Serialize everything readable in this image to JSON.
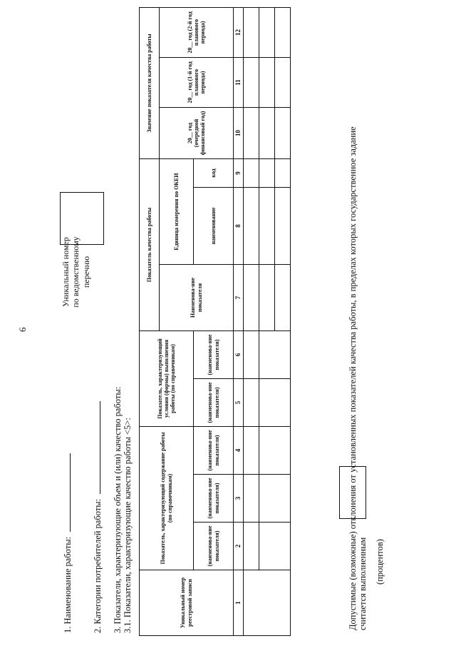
{
  "page_number": "6",
  "registry_box_label": "Уникальный номер по ведомственному перечню",
  "lines": {
    "work_name": "1. Наименование работы:",
    "consumers": "2. Категории потребителей работы:",
    "section3": "3. Показатели, характеризующие объем и (или) качество работы:",
    "section31": "3.1. Показатели, характеризующие качество работы <5>:"
  },
  "table": {
    "col_unique": "Уникальный номер реестровой записи",
    "group_content": "Показатель, характеризующий содержание работы (по справочникам)",
    "group_conditions": "Показатель, характеризующий условия (формы) выполнения работы (по справочникам)",
    "group_quality": "Показатель качества работы",
    "group_values": "Значение показателя качества работы",
    "indicator_name": "(наименова-ние показателя)",
    "quality_name": "Наименова-ние показателя",
    "okei": "Единица измерения по ОКЕИ",
    "okei_name": "наименование",
    "okei_code": "код",
    "year1": "20__ год (очередной финансовый год)",
    "year2": "20__ год (1-й год планового периода)",
    "year3": "20__ год (2-й год планового периода)",
    "numbers": [
      "1",
      "2",
      "3",
      "4",
      "5",
      "6",
      "7",
      "8",
      "9",
      "10",
      "11",
      "12"
    ]
  },
  "deviation_text_1": "Допустимые (возможные) отклонения от установленных показателей качества работы, в пределах которых государственное задание",
  "deviation_text_2": "считается выполненным",
  "percent_label": "(процентов)"
}
